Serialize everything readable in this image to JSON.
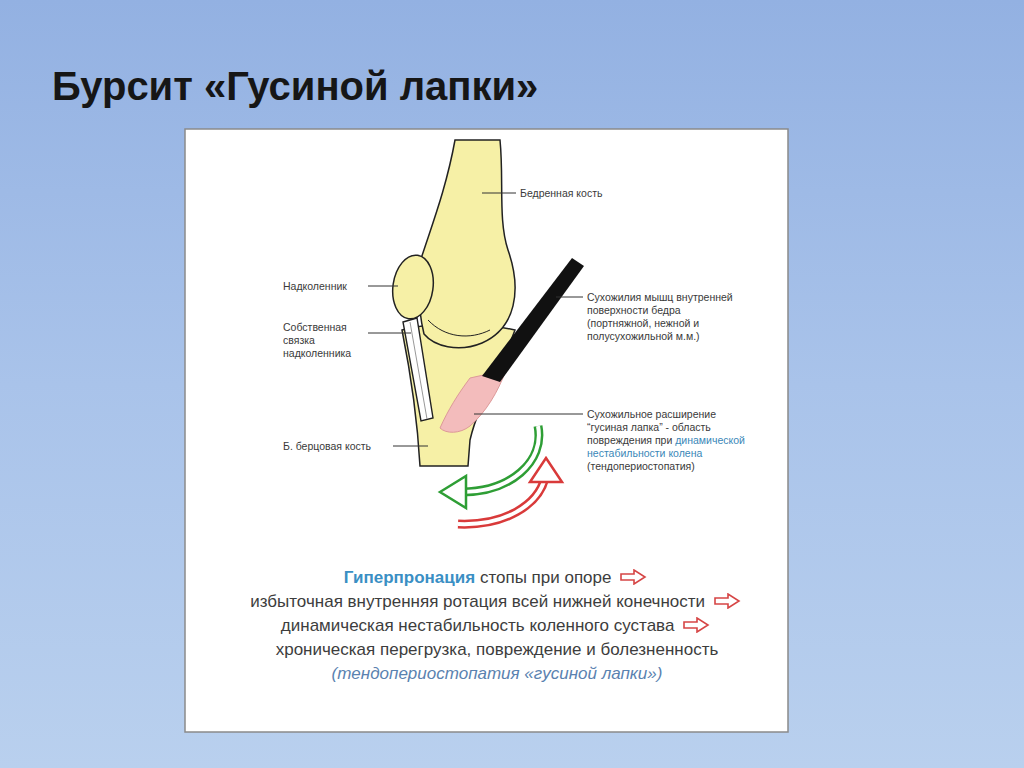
{
  "diagram": {
    "title": "Бурсит «Гусиной лапки»",
    "labels": [
      "Бедренная кость",
      "Надколенник",
      "Собственная связка надколенника",
      "Б. берцовая кость",
      "Сухожилия мышц внутренней поверхности бедра (портняжной, нежной и полусухожильной м.м.)",
      "Сухожильное расширение “гусиная лапка” - область повреждения при",
      "динамической нестабильности колена",
      "(тендопериостопатия)",
      "Гиперпронация",
      "стопы при опоре",
      "избыточная внутренняя ротация всей нижней конечности",
      "динамическая нестабильность коленного сустава",
      "хроническая перегрузка, повреждение и болезненность",
      "(тендопериостопатия «гусиной лапки»)"
    ]
  }
}
